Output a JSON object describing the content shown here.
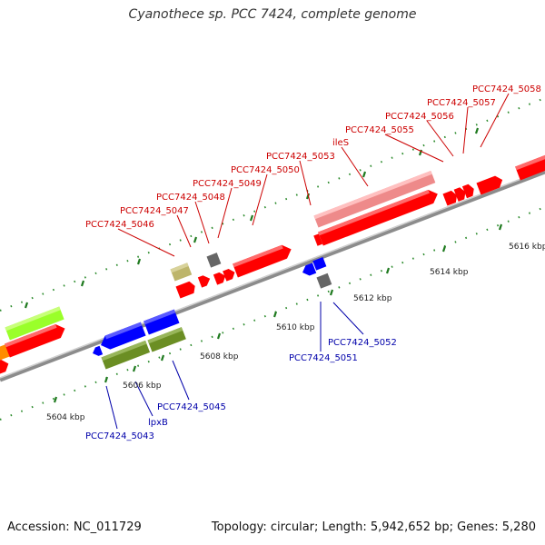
{
  "title": "Cyanothece sp. PCC 7424, complete genome",
  "footer": {
    "accession": "Accession: NC_011729",
    "topology": "Topology: circular; Length: 5,942,652 bp; Genes: 5,280"
  },
  "colors": {
    "forward_label": "#cc0000",
    "reverse_label": "#0000aa",
    "tick": "#2a8a2a",
    "backbone": "#8a8a8a"
  },
  "scale_labels": [
    {
      "text": "5604 kbp",
      "kbp": 5604
    },
    {
      "text": "5606 kbp",
      "kbp": 5606
    },
    {
      "text": "5608 kbp",
      "kbp": 5608
    },
    {
      "text": "5610 kbp",
      "kbp": 5610
    },
    {
      "text": "5612 kbp",
      "kbp": 5612
    },
    {
      "text": "5614 kbp",
      "kbp": 5614
    },
    {
      "text": "5616 kbp",
      "kbp": 5616
    }
  ],
  "forward_labels": [
    "PCC7424_5046",
    "PCC7424_5047",
    "PCC7424_5048",
    "PCC7424_5049",
    "PCC7424_5050",
    "PCC7424_5053",
    "ileS",
    "PCC7424_5055",
    "PCC7424_5056",
    "PCC7424_5057",
    "PCC7424_5058"
  ],
  "reverse_labels": [
    "PCC7424_5043",
    "lpxB",
    "PCC7424_5045",
    "PCC7424_5051",
    "PCC7424_5052"
  ]
}
